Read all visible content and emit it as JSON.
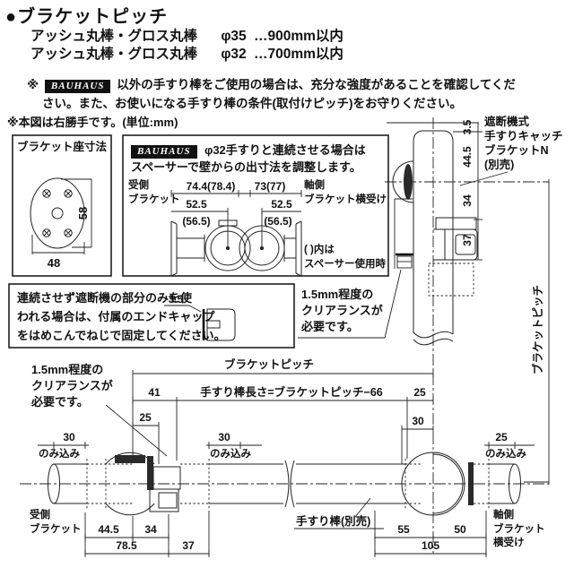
{
  "header": {
    "title": "●ブラケットピッチ",
    "spec_rows": [
      {
        "name": "アッシュ丸棒・グロス丸棒",
        "dia": "φ35",
        "limit": "…900mm以内"
      },
      {
        "name": "アッシュ丸棒・グロス丸棒",
        "dia": "φ32",
        "limit": "…700mm以内"
      }
    ],
    "note_mark": "※",
    "brand": "BAUHAUS",
    "note_line1": "以外の手すり棒をご使用の場合は、充分な強度があることを確認してくだ",
    "note_line2": "さい。また、お使いになる手すり棒の条件(取付けピッチ)をお守りください。",
    "note2": "※本図は右勝手です。(単位:mm)"
  },
  "base_box": {
    "title": "ブラケット座寸法",
    "width_dim": "48",
    "height_dim": "58"
  },
  "spacer_box": {
    "brand": "BAUHAUS",
    "line1": "φ32手すりと連続させる場合は",
    "line2": "スペーサーで壁からの出寸法を調整します。",
    "left_label_1": "受側",
    "left_label_2": "ブラケット",
    "right_label_1": "軸側",
    "right_label_2": "ブラケット横受け",
    "left_dim_1": "74.4(78.4)",
    "left_dim_2": "52.5",
    "left_dim_3": "(56.5)",
    "right_dim_1": "73(77)",
    "right_dim_2": "52.5",
    "right_dim_3": "(56.5)",
    "paren_1": "(  )内は",
    "paren_2": "スペーサー使用時"
  },
  "catch": {
    "label_1": "遮断機式",
    "label_2": "手すりキャッチ",
    "label_3": "ブラケットN",
    "label_4": "(別売)",
    "dim_top": "3.5",
    "dim_upper": "44.5",
    "dim_mid": "34",
    "dim_lower": "37"
  },
  "endcap_box": {
    "line1": "連続させず遮断機の部分のみを使",
    "line2": "われる場合は、付属のエンドキャップ",
    "line3": "をはめこんでねじで固定してください。",
    "dim": "3.5"
  },
  "clearance_right": {
    "line1": "1.5mm程度の",
    "line2": "クリアランスが",
    "line3": "必要です。"
  },
  "clearance_left": {
    "line1": "1.5mm程度の",
    "line2": "クリアランスが",
    "line3": "必要です。"
  },
  "bottom": {
    "pitch_label": "ブラケットピッチ",
    "length_label": "手すり棒長さ=ブラケットピッチ−66",
    "dim_41": "41",
    "dim_25_left": "25",
    "dim_25_right": "25",
    "dim_30_right": "30",
    "nomi_left_val": "30",
    "nomi_left_label": "のみ込み",
    "nomi_mid_val": "30",
    "nomi_mid_label": "のみ込み",
    "nomi_right_val": "25",
    "nomi_right_label": "のみ込み",
    "left_label_1": "受側",
    "left_label_2": "ブラケット",
    "dim_445": "44.5",
    "dim_34": "34",
    "dim_785": "78.5",
    "dim_37": "37",
    "handrail_label": "手すり棒(別売)",
    "dim_55": "55",
    "dim_50": "50",
    "dim_105": "105",
    "right_label_1": "軸側",
    "right_label_2": "ブラケット",
    "right_label_3": "横受け",
    "vertical_pitch": "ブラケットピッチ"
  }
}
